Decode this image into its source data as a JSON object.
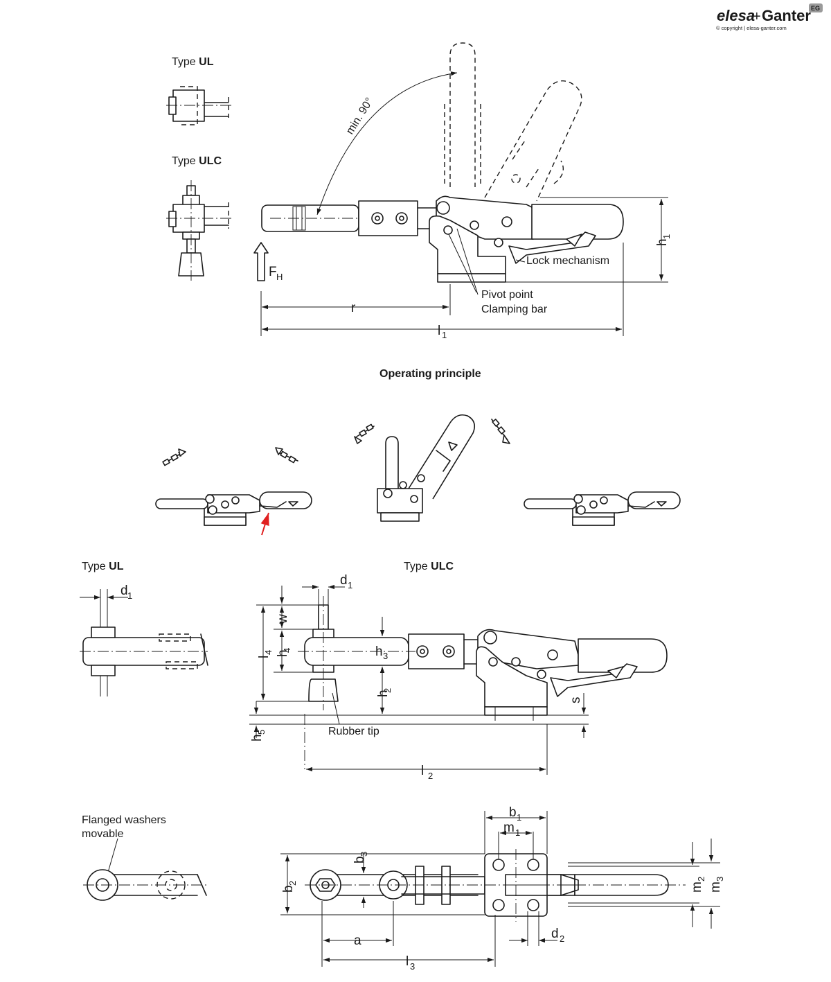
{
  "logo": {
    "brand_part1": "elesa",
    "brand_sep": "+",
    "brand_part2": "Ganter",
    "badge": "EG",
    "copyright": "© copyright | elesa-ganter.com"
  },
  "top_section": {
    "type_ul_prefix": "Type ",
    "type_ul_bold": "UL",
    "type_ulc_prefix": "Type ",
    "type_ulc_bold": "ULC",
    "angle_label": "min. 90°",
    "force_label": "F",
    "force_sub": "H",
    "lock_mechanism": "Lock mechanism",
    "pivot_point": "Pivot point",
    "clamping_bar": "Clamping bar",
    "dim_r": "r",
    "dim_l1": "l",
    "dim_l1_sub": "1",
    "dim_h1": "h",
    "dim_h1_sub": "1"
  },
  "operating": {
    "title": "Operating principle"
  },
  "middle_section": {
    "type_ul_prefix": "Type ",
    "type_ul_bold": "UL",
    "type_ulc_prefix": "Type ",
    "type_ulc_bold": "ULC",
    "d1": "d",
    "d1_sub": "1",
    "w": "w",
    "l4": "l",
    "l4_sub": "4",
    "h4": "h",
    "h4_sub": "4",
    "h3": "h",
    "h3_sub": "3",
    "h2": "h",
    "h2_sub": "2",
    "h5": "h",
    "h5_sub": "5",
    "s": "s",
    "rubber_tip": "Rubber tip",
    "l2": "l",
    "l2_sub": "2"
  },
  "bottom_section": {
    "flanged_line1": "Flanged washers",
    "flanged_line2": "movable",
    "b1": "b",
    "b1_sub": "1",
    "m1": "m",
    "m1_sub": "1",
    "b3": "b",
    "b3_sub": "3",
    "b2": "b",
    "b2_sub": "2",
    "m2": "m",
    "m2_sub": "2",
    "m3": "m",
    "m3_sub": "3",
    "a": "a",
    "d2": "d",
    "d2_sub": "2",
    "l3": "l",
    "l3_sub": "3"
  },
  "colors": {
    "line": "#1a1a1a",
    "indicator_arrow": "#e02020",
    "logo_gray": "#9a9a9a"
  }
}
